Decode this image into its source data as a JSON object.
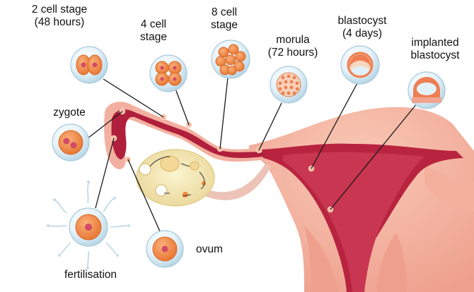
{
  "labels": {
    "two_cell": {
      "line1": "2 cell stage",
      "line2": "(48 hours)"
    },
    "four_cell": {
      "line1": "4 cell",
      "line2": "stage"
    },
    "eight_cell": {
      "line1": "8 cell",
      "line2": "stage"
    },
    "morula": {
      "line1": "morula",
      "line2": "(72 hours)"
    },
    "blastocyst": {
      "line1": "blastocyst",
      "line2": "(4 days)"
    },
    "implanted": {
      "line1": "implanted",
      "line2": "blastocyst"
    },
    "zygote": "zygote",
    "ovum": "ovum",
    "fertilisation": "fertilisation"
  },
  "colors": {
    "tissue_light": "#f7b9a6",
    "tissue_mid": "#ec9a88",
    "tube_dark": "#a51e3a",
    "tube_inner": "#c8324f",
    "ovary": "#f2e6a8",
    "cell_orange": "#f08a3c",
    "cell_nucleus": "#d24a66",
    "bubble": "#d8ecf6"
  }
}
